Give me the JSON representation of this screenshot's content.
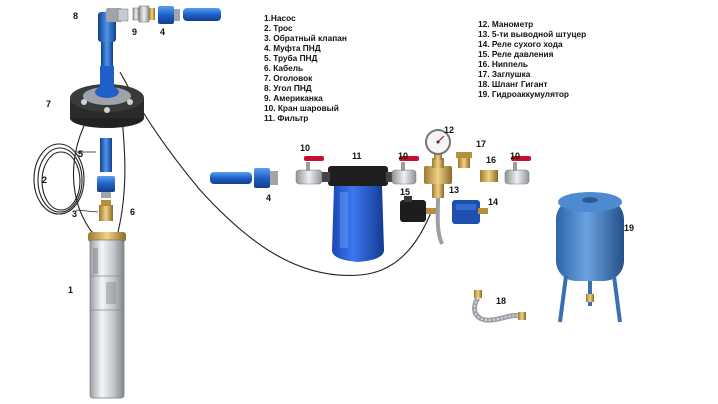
{
  "legend_left": [
    "1.Насос",
    "2. Трос",
    "3. Обратный клапан",
    "4. Муфта ПНД",
    "5. Труба ПНД",
    "6. Кабель",
    "7. Оголовок",
    "8. Угол ПНД",
    "9. Американка",
    "10. Кран шаровый",
    "11. Фильтр"
  ],
  "legend_right": [
    "12. Манометр",
    "13. 5-ти  выводной штуцер",
    "14. Реле сухого хода",
    "15. Реле давления",
    "16. Ниппель",
    "17. Заглушка",
    "18. Шланг Гигант",
    "19. Гидроаккумулятор"
  ],
  "callouts": {
    "c1": "1",
    "c2": "2",
    "c3": "3",
    "c4a": "4",
    "c4b": "4",
    "c5": "5",
    "c6": "6",
    "c7": "7",
    "c8": "8",
    "c9": "9",
    "c10a": "10",
    "c10b": "10",
    "c10c": "10",
    "c11": "11",
    "c12": "12",
    "c13": "13",
    "c14": "14",
    "c15": "15",
    "c16": "16",
    "c17": "17",
    "c18": "18",
    "c19": "19"
  },
  "colors": {
    "pipe_blue": "#2b6cd6",
    "tank_blue": "#3f7fc7",
    "brass": "#c9a24a",
    "steel": "#c8ccd0",
    "cable": "#222222",
    "red_handle": "#c8102e"
  }
}
